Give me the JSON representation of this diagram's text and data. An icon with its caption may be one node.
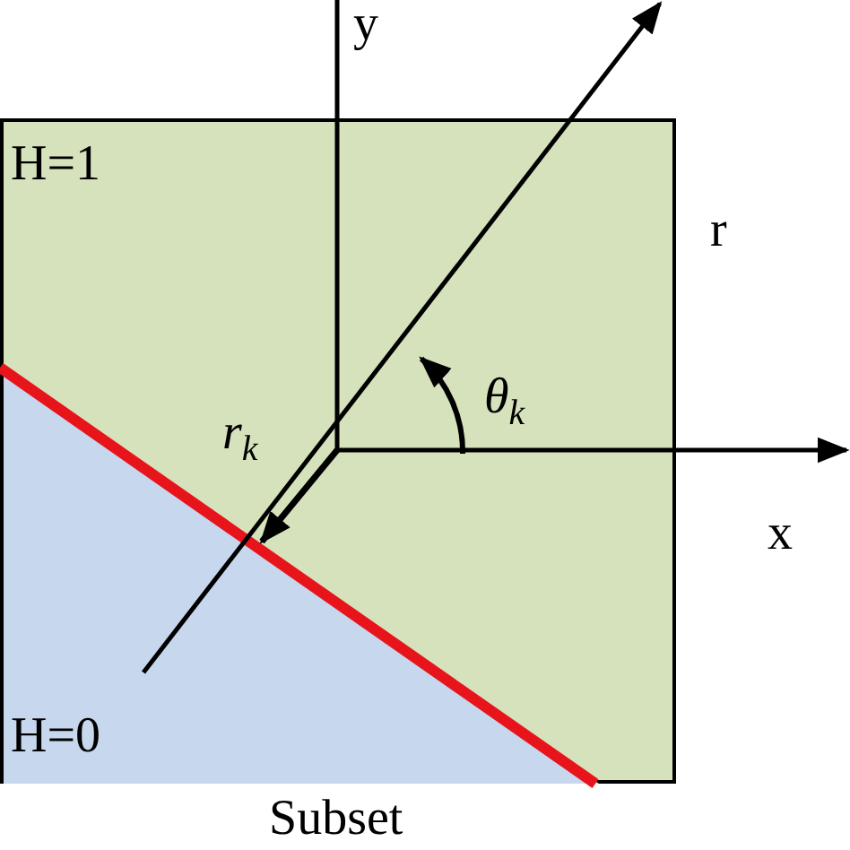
{
  "diagram": {
    "caption": "Subset",
    "nodes": [
      {
        "text": [
          "H=1"
        ]
      },
      {
        "text": [
          "H=0"
        ],
        "in": 0
      }
    ],
    "labels": [
      "y",
      "r",
      "*r*$_{k}$",
      "*θ*$_{k}$",
      "x"
    ]
  }
}
